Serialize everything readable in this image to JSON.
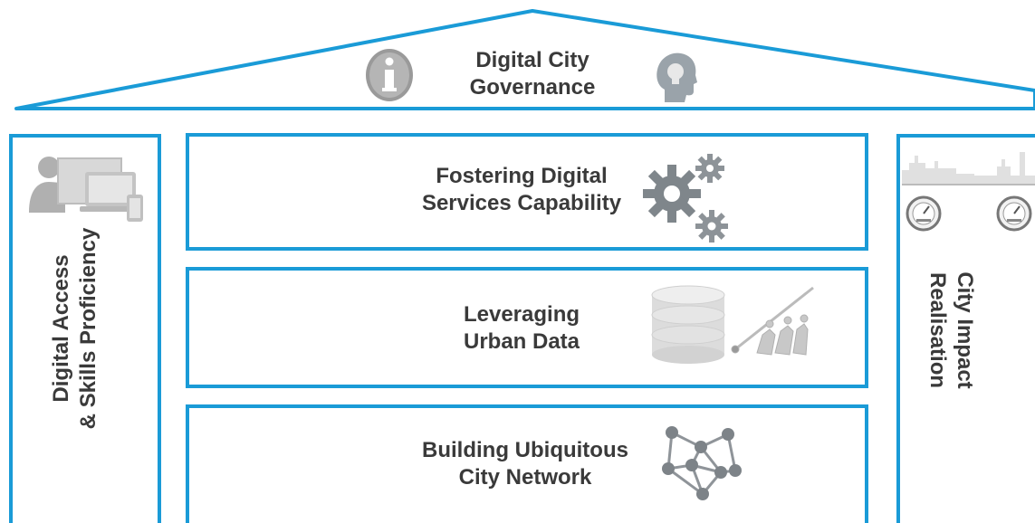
{
  "roof": {
    "title_line1": "Digital City",
    "title_line2": "Governance"
  },
  "left_pillar": {
    "line1": "Digital Access",
    "line2": "& Skills Proficiency"
  },
  "right_pillar": {
    "line1": "City Impact",
    "line2": "Realisation"
  },
  "blocks": [
    {
      "line1": "Fostering Digital",
      "line2": "Services Capability",
      "icon": "gears-icon"
    },
    {
      "line1": "Leveraging",
      "line2": "Urban Data",
      "icon": "database-icon"
    },
    {
      "line1": "Building Ubiquitous",
      "line2": "City Network",
      "icon": "network-icon"
    }
  ],
  "colors": {
    "accent": "#1a9bd7",
    "text": "#3a3a3a",
    "icon_gray": "#8a8a8a"
  }
}
